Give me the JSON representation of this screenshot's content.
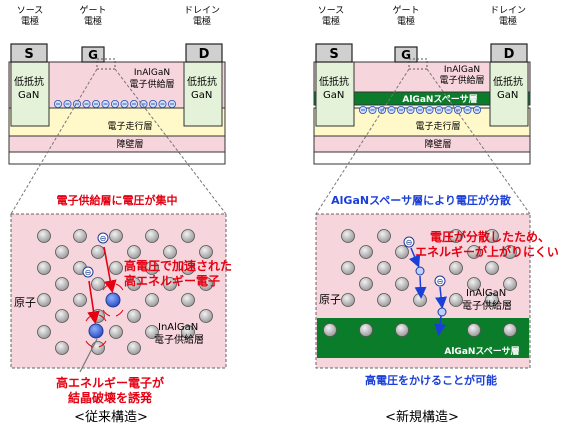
{
  "colors": {
    "pink": "#f7d5dc",
    "yellow": "#fff8c9",
    "green_light": "#e3f2d8",
    "green_dark": "#0b7d2a",
    "gray_light": "#dcdcdc",
    "electron": "#3a5ec6",
    "red": "#e60012",
    "blue": "#1a3fd9",
    "atom": "#b5b5b5"
  },
  "left": {
    "source_label": [
      "ソース",
      "電極"
    ],
    "gate_label": [
      "ゲート",
      "電極"
    ],
    "drain_label": [
      "ドレイン",
      "電極"
    ],
    "source_letter": "S",
    "gate_letter": "G",
    "drain_letter": "D",
    "supply_layer": [
      "InAlGaN",
      "電子供給層"
    ],
    "low_res_left": [
      "低抵抗",
      "GaN"
    ],
    "low_res_right": [
      "低抵抗",
      "GaN"
    ],
    "channel_layer": "電子走行層",
    "barrier_layer": "障壁層",
    "zoom_title": "電子供給層に電圧が集中",
    "atom_label": "原子",
    "zoom_layer_label": [
      "InAlGaN",
      "電子供給層"
    ],
    "accel_label": [
      "高電圧で加速された",
      "高エネルギー電子"
    ],
    "damage_label": [
      "高エネルギー電子が",
      "結晶破壊を誘発"
    ],
    "caption": "<従来構造>"
  },
  "right": {
    "source_label": [
      "ソース",
      "電極"
    ],
    "gate_label": [
      "ゲート",
      "電極"
    ],
    "drain_label": [
      "ドレイン",
      "電極"
    ],
    "source_letter": "S",
    "gate_letter": "G",
    "drain_letter": "D",
    "supply_layer": [
      "InAlGaN",
      "電子供給層"
    ],
    "spacer_layer": "AlGaNスペーサ層",
    "low_res_left": [
      "低抵抗",
      "GaN"
    ],
    "low_res_right": [
      "低抵抗",
      "GaN"
    ],
    "channel_layer": "電子走行層",
    "barrier_layer": "障壁層",
    "zoom_title": "AlGaNスペーサ層により電圧が分散",
    "atom_label": "原子",
    "zoom_layer_label": [
      "InAlGaN",
      "電子供給層"
    ],
    "dispersion_label": [
      "電圧が分散したため、",
      "エネルギーが上がりにくい"
    ],
    "zoom_spacer_label": "AlGaNスペーサ層",
    "result_label": "高電圧をかけることが可能",
    "caption": "<新規構造>"
  }
}
